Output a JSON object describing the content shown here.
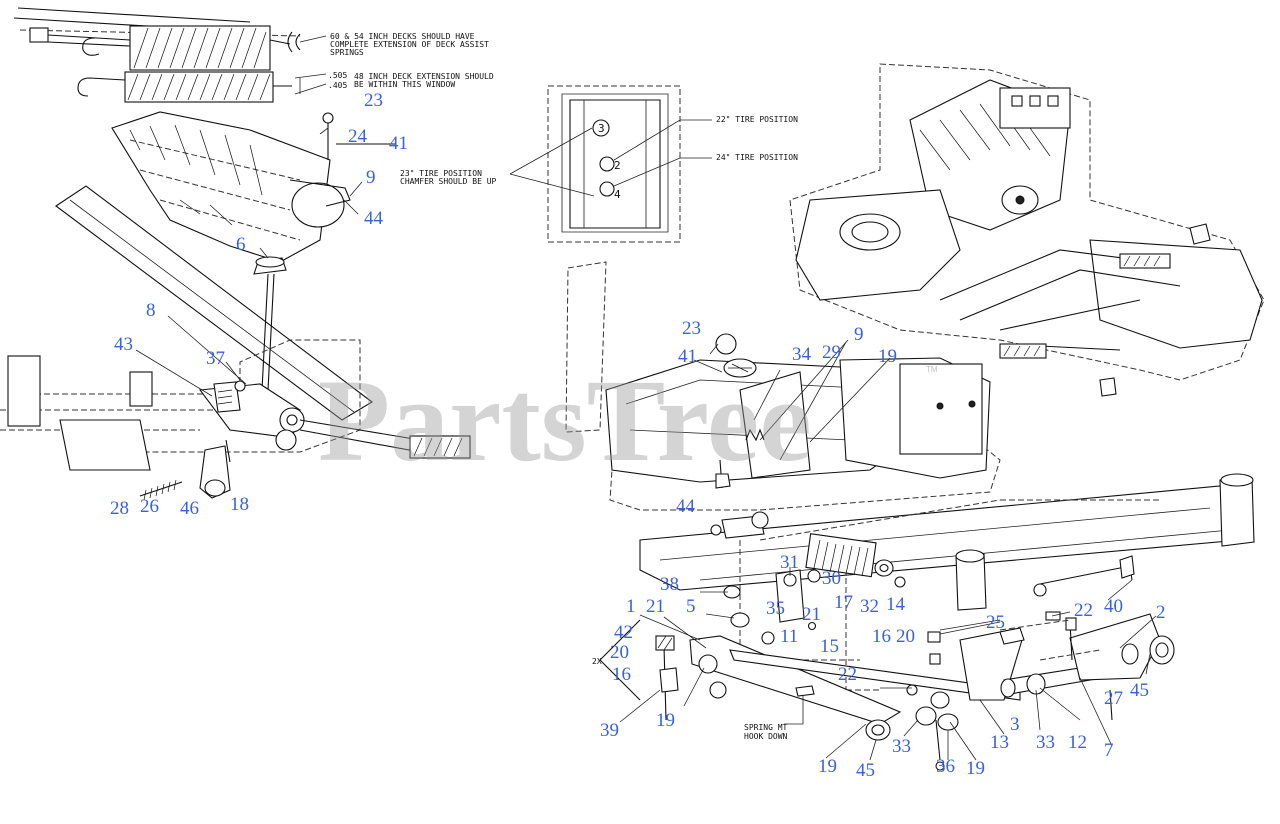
{
  "watermark": "PartsTree",
  "watermark_tm": "TM",
  "notes": {
    "deck_springs_1": "60 & 54 INCH DECKS SHOULD HAVE",
    "deck_springs_2": "COMPLETE EXTENSION OF DECK ASSIST",
    "deck_springs_3": "SPRINGS",
    "ext_505": ".505",
    "ext_405": ".405",
    "ext_window_1": "48 INCH DECK EXTENSION SHOULD",
    "ext_window_2": "BE WITHIN THIS WINDOW",
    "tire22": "22\" TIRE POSITION",
    "tire24": "24\" TIRE POSITION",
    "tire23_1": "23\" TIRE POSITION",
    "tire23_2": "CHAMFER SHOULD BE UP",
    "hole_3": "3",
    "hole_2": "2",
    "hole_4": "4",
    "two_x": "2X",
    "spring_mt_1": "SPRING MT",
    "spring_mt_2": "HOOK DOWN"
  },
  "callouts": [
    {
      "id": "c23-top",
      "label": "23"
    },
    {
      "id": "c24-top",
      "label": "24"
    },
    {
      "id": "c41-top",
      "label": "41"
    },
    {
      "id": "c9-top",
      "label": "9"
    },
    {
      "id": "c44-top",
      "label": "44"
    },
    {
      "id": "c6",
      "label": "6"
    },
    {
      "id": "c8",
      "label": "8"
    },
    {
      "id": "c43",
      "label": "43"
    },
    {
      "id": "c37",
      "label": "37"
    },
    {
      "id": "c28",
      "label": "28"
    },
    {
      "id": "c26",
      "label": "26"
    },
    {
      "id": "c46",
      "label": "46"
    },
    {
      "id": "c18",
      "label": "18"
    },
    {
      "id": "c23-mid",
      "label": "23"
    },
    {
      "id": "c41-mid",
      "label": "41"
    },
    {
      "id": "c34",
      "label": "34"
    },
    {
      "id": "c29",
      "label": "29"
    },
    {
      "id": "c9-mid",
      "label": "9"
    },
    {
      "id": "c19-mid",
      "label": "19"
    },
    {
      "id": "c44-mid",
      "label": "44"
    },
    {
      "id": "c31",
      "label": "31"
    },
    {
      "id": "c30",
      "label": "30"
    },
    {
      "id": "c38",
      "label": "38"
    },
    {
      "id": "c5",
      "label": "5"
    },
    {
      "id": "c21-a",
      "label": "21"
    },
    {
      "id": "c35",
      "label": "35"
    },
    {
      "id": "c11",
      "label": "11"
    },
    {
      "id": "c17",
      "label": "17"
    },
    {
      "id": "c32",
      "label": "32"
    },
    {
      "id": "c14",
      "label": "14"
    },
    {
      "id": "c15",
      "label": "15"
    },
    {
      "id": "c1",
      "label": "1"
    },
    {
      "id": "c21-b",
      "label": "21"
    },
    {
      "id": "c42",
      "label": "42"
    },
    {
      "id": "c20-a",
      "label": "20"
    },
    {
      "id": "c16-a",
      "label": "16"
    },
    {
      "id": "c39",
      "label": "39"
    },
    {
      "id": "c19-b",
      "label": "19"
    },
    {
      "id": "c40",
      "label": "40"
    },
    {
      "id": "c25",
      "label": "25"
    },
    {
      "id": "c22-a",
      "label": "22"
    },
    {
      "id": "c2",
      "label": "2"
    },
    {
      "id": "c16-b",
      "label": "16"
    },
    {
      "id": "c20-b",
      "label": "20"
    },
    {
      "id": "c22-b",
      "label": "22"
    },
    {
      "id": "c27",
      "label": "27"
    },
    {
      "id": "c45-a",
      "label": "45"
    },
    {
      "id": "c3",
      "label": "3"
    },
    {
      "id": "c33-a",
      "label": "33"
    },
    {
      "id": "c12",
      "label": "12"
    },
    {
      "id": "c13",
      "label": "13"
    },
    {
      "id": "c33-b",
      "label": "33"
    },
    {
      "id": "c7",
      "label": "7"
    },
    {
      "id": "c19-c",
      "label": "19"
    },
    {
      "id": "c45-b",
      "label": "45"
    },
    {
      "id": "c36",
      "label": "36"
    },
    {
      "id": "c19-d",
      "label": "19"
    }
  ]
}
